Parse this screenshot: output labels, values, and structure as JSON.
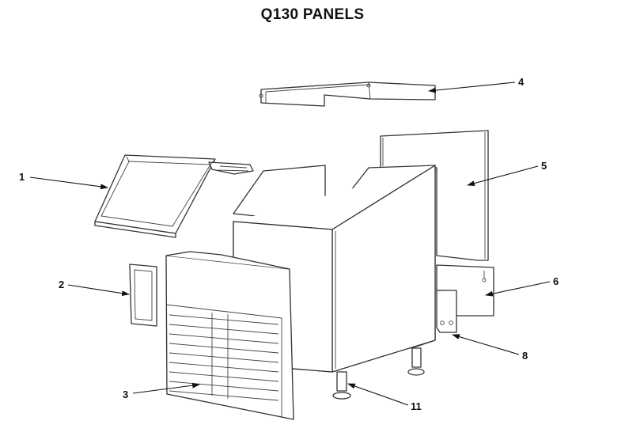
{
  "title": "Q130 PANELS",
  "callouts": [
    "1",
    "2",
    "3",
    "4",
    "5",
    "6",
    "8",
    "11"
  ]
}
